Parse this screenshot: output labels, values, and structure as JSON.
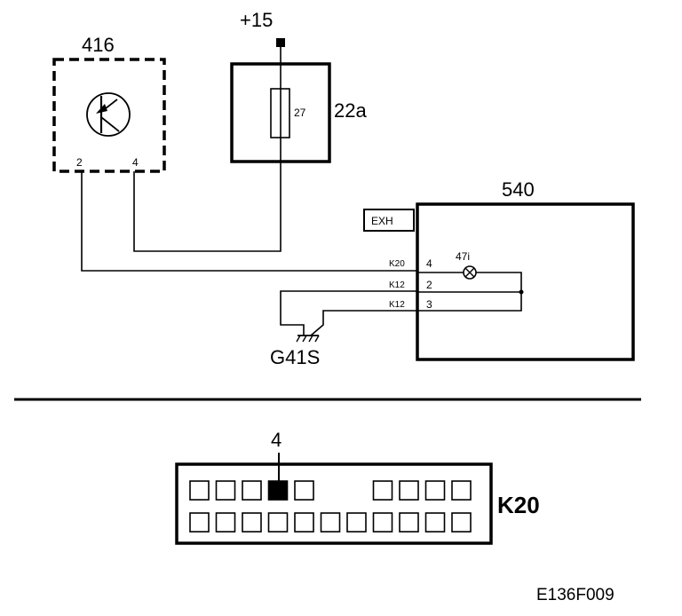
{
  "supply": {
    "label": "+15"
  },
  "components": {
    "sensor": {
      "id": "416",
      "pin_left": "2",
      "pin_right": "4"
    },
    "fuse_box": {
      "id": "22a",
      "fuse": "27"
    },
    "control_unit": {
      "id": "540",
      "tag": "EXH",
      "lamp": "47i"
    }
  },
  "connections": [
    {
      "connector": "K20",
      "pin": "4"
    },
    {
      "connector": "K12",
      "pin": "2"
    },
    {
      "connector": "K12",
      "pin": "3"
    }
  ],
  "ground": {
    "label": "G41S"
  },
  "connector_view": {
    "name": "K20",
    "highlighted_pin": "4"
  },
  "figure_code": "E136F009"
}
